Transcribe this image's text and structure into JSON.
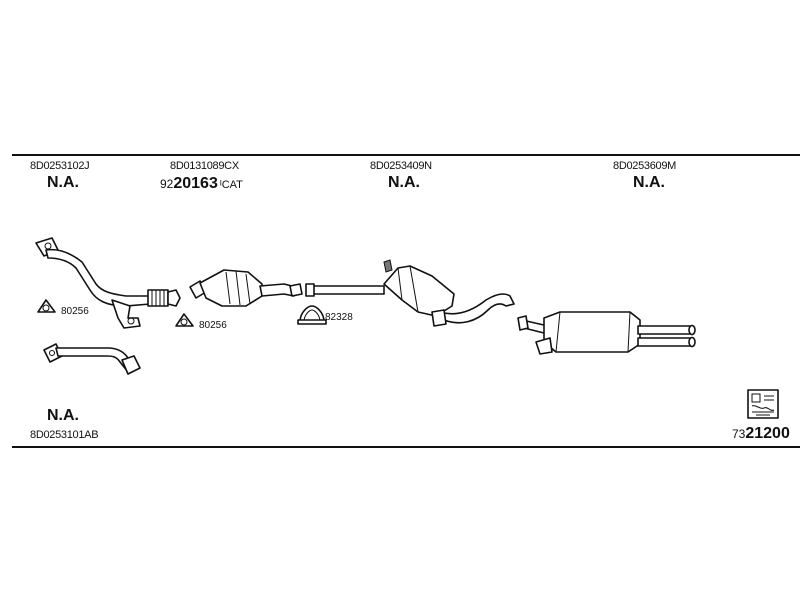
{
  "header": {
    "parts": [
      {
        "oem": "8D0253102J",
        "status": "N.A."
      },
      {
        "oem": "8D0131089CX",
        "catalog_prefix": "92",
        "catalog_main": "20163",
        "catalog_suffix": "CAT"
      },
      {
        "oem": "8D0253409N",
        "status": "N.A."
      },
      {
        "oem": "8D0253609M",
        "status": "N.A."
      }
    ]
  },
  "gaskets": {
    "g1": "80256",
    "g2": "80256",
    "clamp": "82328"
  },
  "footer": {
    "status": "N.A.",
    "oem": "8D0253101AB",
    "kit_prefix": "73",
    "kit_main": "21200"
  },
  "icons": [
    "front-pipe-icon",
    "catalytic-converter-icon",
    "middle-silencer-icon",
    "rear-silencer-icon",
    "gasket-icon",
    "clamp-icon",
    "kit-logo-icon"
  ]
}
